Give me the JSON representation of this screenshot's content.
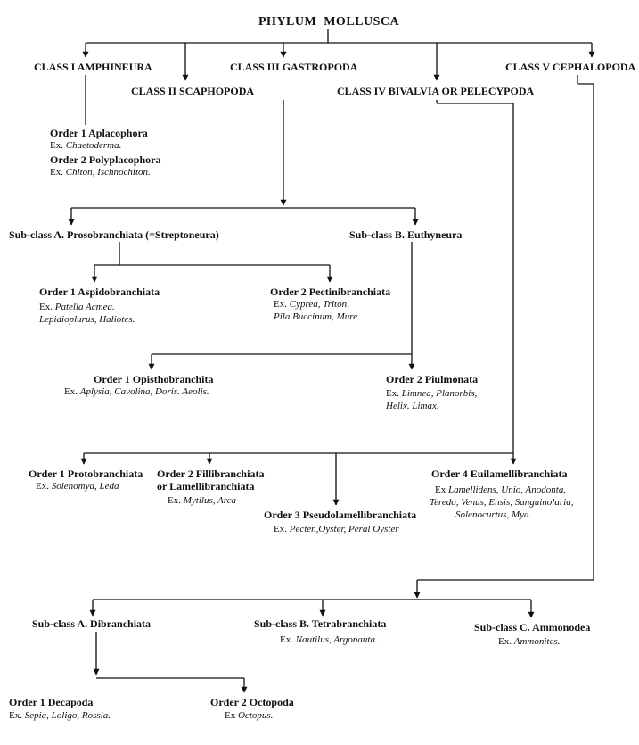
{
  "title": "PHYLUM  MOLLUSCA",
  "classes": {
    "c1": "CLASS I AMPHINEURA",
    "c2": "CLASS II SCAPHOPODA",
    "c3": "CLASS III GASTROPODA",
    "c4": "CLASS IV BIVALVIA OR PELECYPODA",
    "c5": "CLASS V CEPHALOPODA"
  },
  "amphineura": {
    "o1": "Order 1 Aplacophora",
    "o1_ex_prefix": "Ex.",
    "o1_ex": "Chaetoderma.",
    "o2": "Order 2 Polyplacophora",
    "o2_ex_prefix": "Ex.",
    "o2_ex": "Chiton, Ischnochiton."
  },
  "gastropoda": {
    "sa": "Sub-class A. Prosobranchiata (=Streptoneura)",
    "sb": "Sub-class B. Euthyneura",
    "sa_o1": "Order 1 Aspidobranchiata",
    "sa_o1_ex_prefix": "Ex.",
    "sa_o1_ex1": "Patella Acmea.",
    "sa_o1_ex2": "Lepidioplurus, Haliotes.",
    "sa_o2": "Order 2 Pectinibranchiata",
    "sa_o2_ex_prefix": "Ex.",
    "sa_o2_ex1": "Cyprea, Triton,",
    "sa_o2_ex2": "Pila Buccinum, Mure.",
    "sb_o1": "Order 1 Opisthobranchita",
    "sb_o1_ex_prefix": "Ex.",
    "sb_o1_ex": "Aplysia, Cavolina, Doris. Aeolis.",
    "sb_o2": "Order 2 Piulmonata",
    "sb_o2_ex_prefix": "Ex.",
    "sb_o2_ex1": "Limnea, Planorbis,",
    "sb_o2_ex2": "Helix. Limax."
  },
  "bivalvia": {
    "o1": "Order 1 Protobranchiata",
    "o1_ex_prefix": "Ex.",
    "o1_ex": "Solenomya, Leda",
    "o2_l1": "Order 2 Fillibranchiata",
    "o2_l2": "or Lamellibranchiata",
    "o2_ex_prefix": "Ex.",
    "o2_ex": "Mytilus, Arca",
    "o3": "Order 3 Pseudolamellibranchiata",
    "o3_ex_prefix": "Ex.",
    "o3_ex": "Pecten,Oyster, Peral Oyster",
    "o4": "Order 4  Euilamellibranchiata",
    "o4_ex_prefix": "Ex",
    "o4_ex1": "Lamellidens, Unio, Anodonta,",
    "o4_ex2": "Teredo, Venus, Ensis, Sanguinolaria,",
    "o4_ex3": "Solenocurtus, Mya."
  },
  "cephalopoda": {
    "sa": "Sub-class A. Dibranchiata",
    "sb": "Sub-class B. Tetrabranchiata",
    "sb_ex_prefix": "Ex.",
    "sb_ex": "Nautilus, Argonauta.",
    "sc": "Sub-class C. Ammonodea",
    "sc_ex_prefix": "Ex.",
    "sc_ex": "Ammonites.",
    "o1": "Order 1 Decapoda",
    "o1_ex_prefix": "Ex.",
    "o1_ex": "Sepia, Loligo, Rossia.",
    "o2": "Order 2 Octopoda",
    "o2_ex_prefix": "Ex",
    "o2_ex": "Octopus."
  }
}
